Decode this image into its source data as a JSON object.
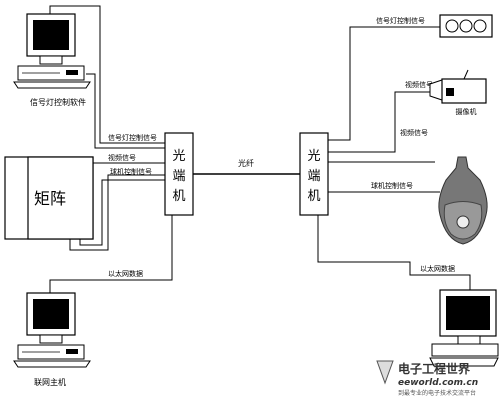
{
  "devices": {
    "pc_top_left": {
      "caption": "信号灯控制软件"
    },
    "matrix": {
      "label": "矩阵"
    },
    "pc_bottom_left": {
      "caption": "联网主机"
    },
    "left_transceiver": {
      "label": [
        "光",
        "端",
        "机"
      ]
    },
    "right_transceiver": {
      "label": [
        "光",
        "端",
        "机"
      ]
    },
    "traffic_light": {
      "caption": "信号灯控制信号"
    },
    "camera": {
      "caption": "摄像机"
    },
    "dome_camera": {},
    "pc_bottom_right": {}
  },
  "links": {
    "fiber": "光纤",
    "left_signal_1": "信号灯控制信号",
    "left_signal_2": "视频信号",
    "left_signal_3": "球机控制信号",
    "left_network": "以太网数据",
    "right_video": "视频信号",
    "right_video_2": "视频信号",
    "right_ptz": "球机控制信号",
    "right_network": "以太网数据"
  },
  "watermark": {
    "logo_text": "电子工程世界",
    "url": "eeworld.com.cn",
    "slogan": "到最专业的电子技术交流平台"
  },
  "colors": {
    "line": "#000000",
    "screen": "#000000",
    "dome": "#555555",
    "watermark": "#333333"
  }
}
